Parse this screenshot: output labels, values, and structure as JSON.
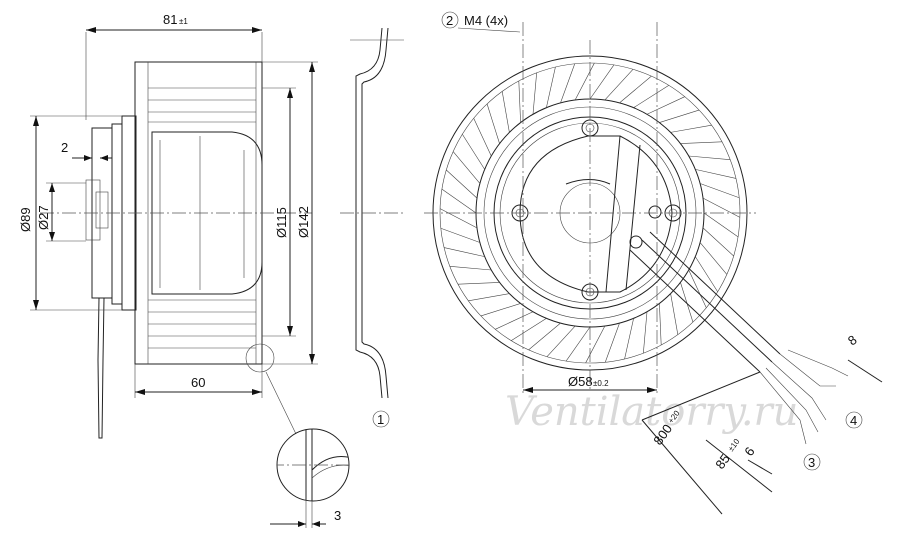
{
  "dimensions": {
    "width_81": "81",
    "width_81_tol": "±1",
    "dia_89": "Ø89",
    "dia_27": "Ø27",
    "dim_2": "2",
    "dia_115": "Ø115",
    "dia_142": "Ø142",
    "dim_60": "60",
    "dim_3": "3",
    "dia_58": "Ø58",
    "dia_58_tol": "±0.2",
    "cable_800": "800",
    "cable_800_tol": "+20",
    "cable_85": "85",
    "cable_85_tol": "±10",
    "dim_6": "6",
    "dim_8": "8"
  },
  "callouts": {
    "c1": "1",
    "c2": "2",
    "c2_text": "M4 (4x)",
    "c3": "3",
    "c4": "4"
  },
  "watermark": "Ventilatorry.ru"
}
